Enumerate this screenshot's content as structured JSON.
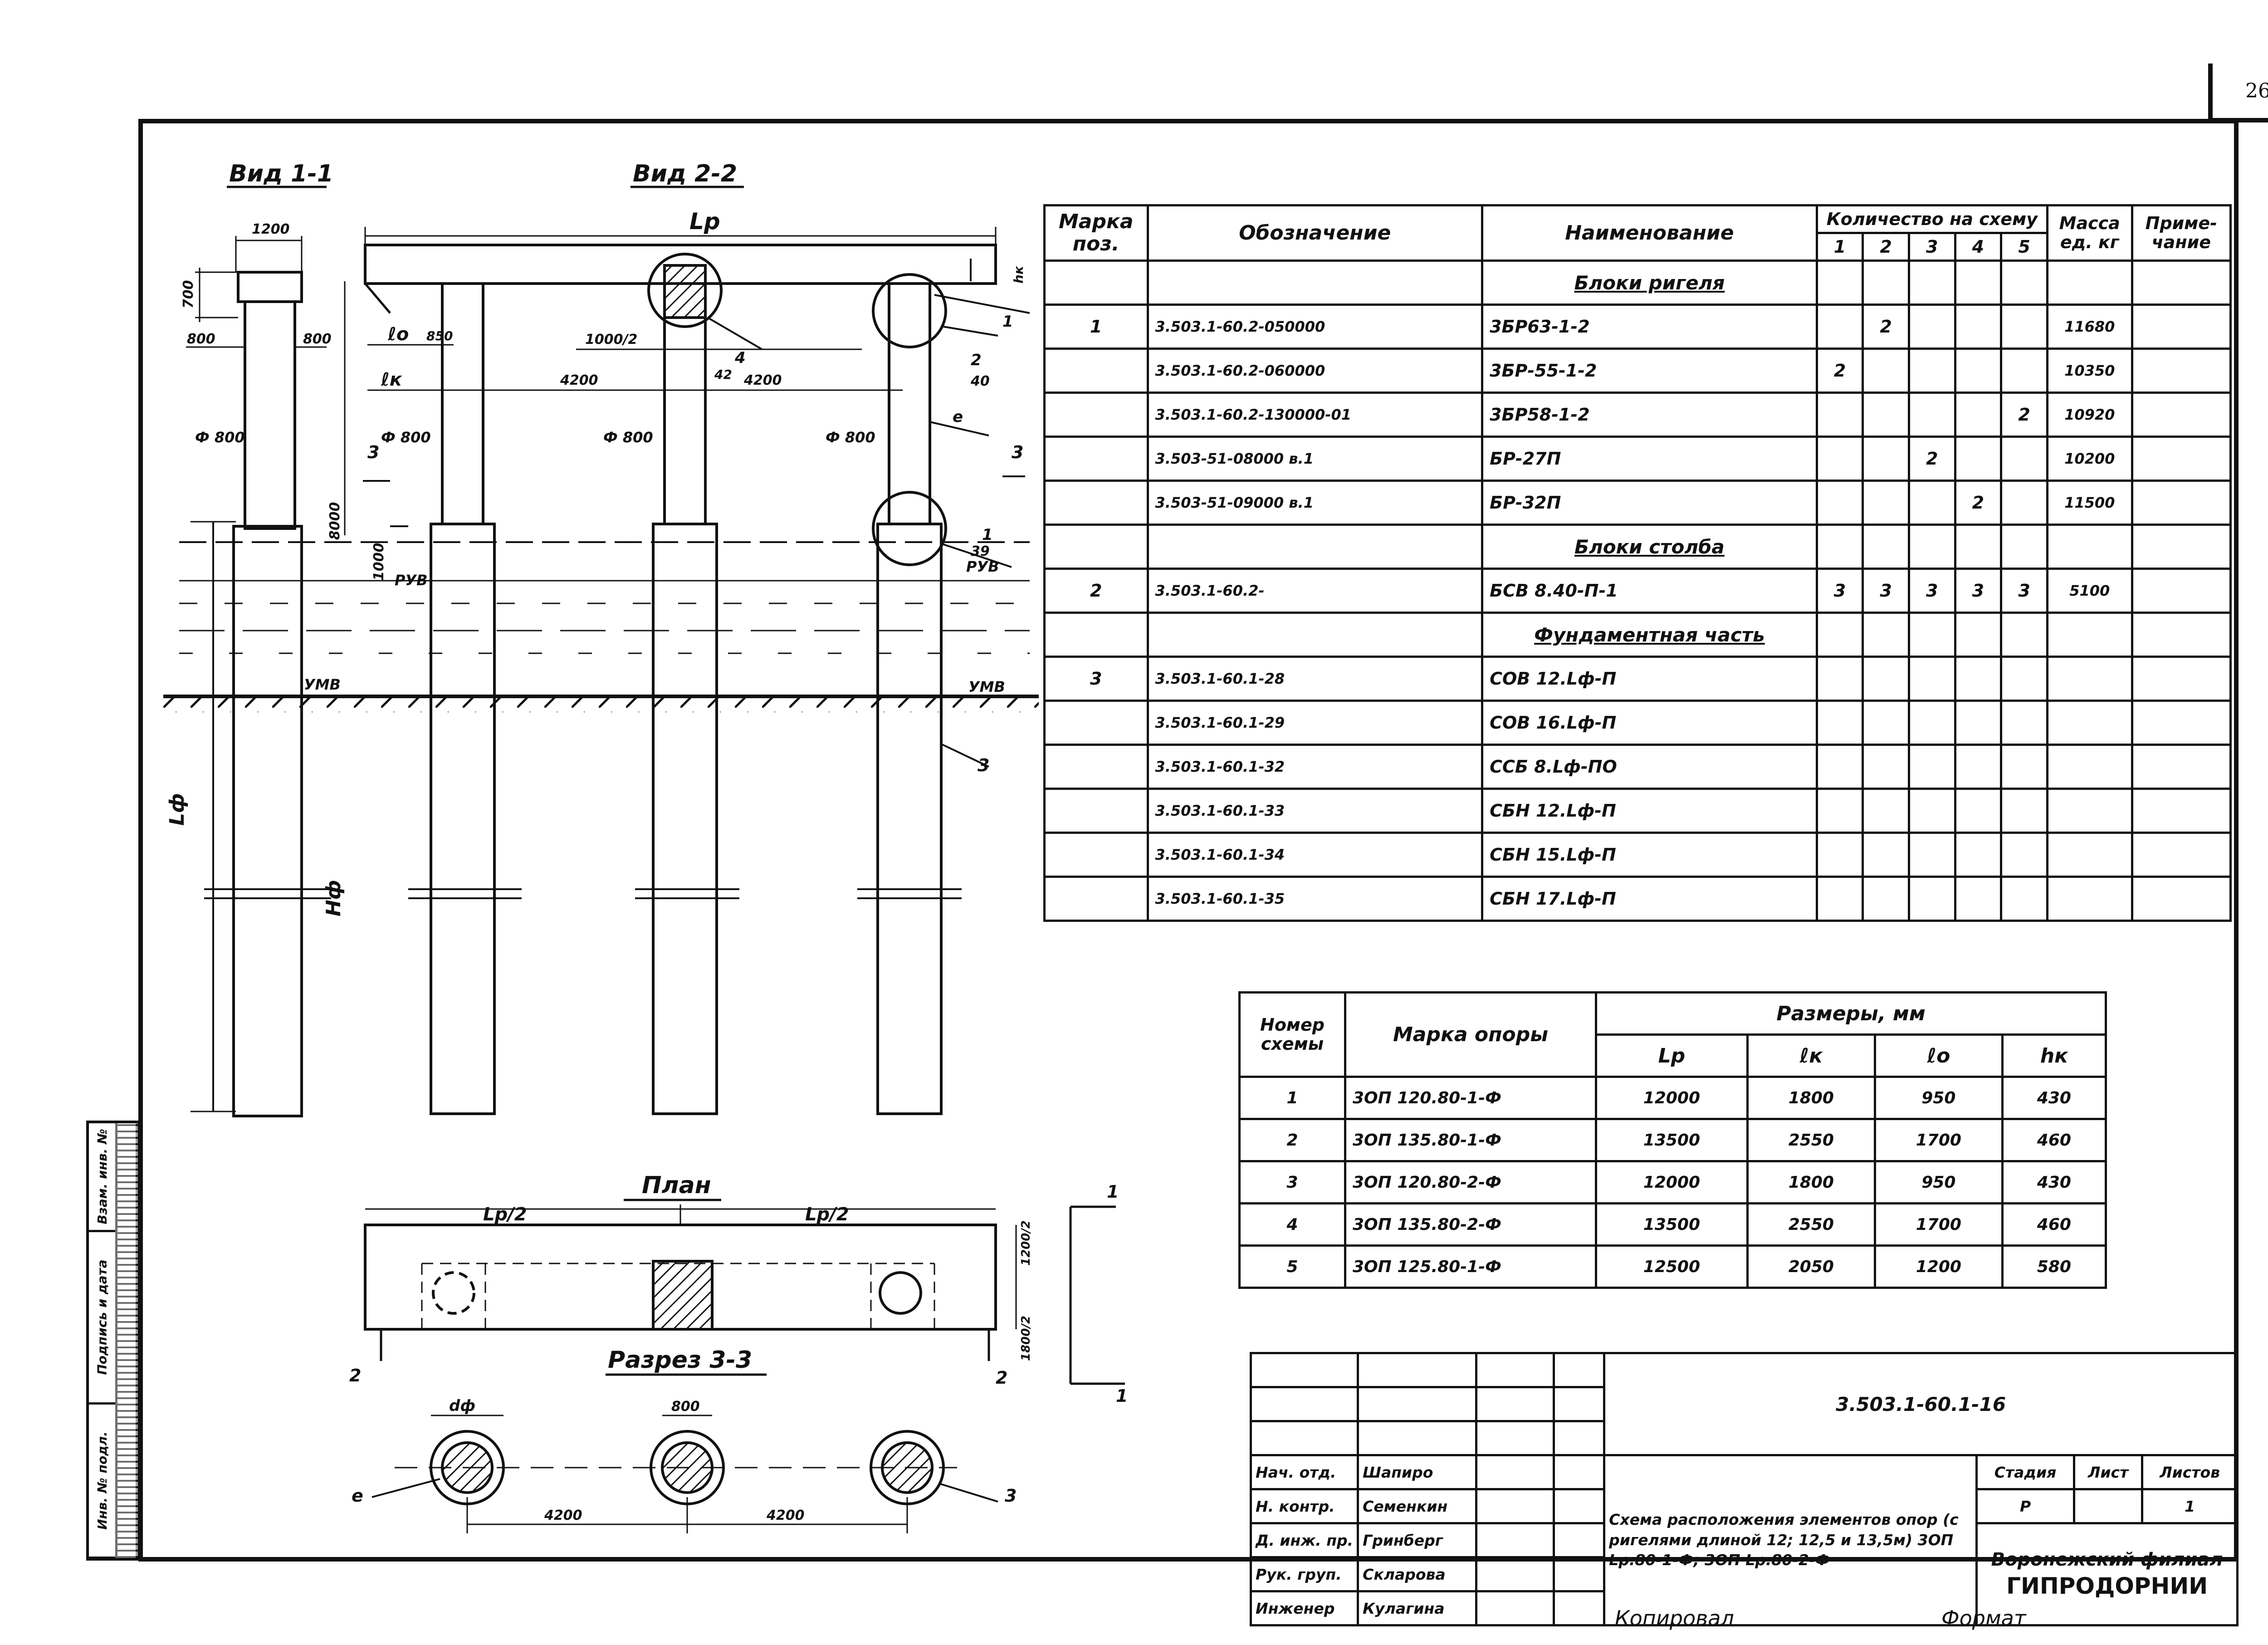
{
  "sheet_number": "26",
  "views": {
    "view_1_1": "Вид 1-1",
    "view_2_2": "Вид 2-2",
    "plan": "План",
    "section_3_3": "Разрез 3-3"
  },
  "labels": {
    "dim_1200": "1200",
    "dim_700": "700",
    "dim_800": "800",
    "phi_800": "Ф 800",
    "dim_8000": "8000",
    "dim_1000": "1000",
    "ruv": "РУВ",
    "umv": "УМВ",
    "lf": "Lф",
    "hf": "Hф",
    "lp": "Lр",
    "lo": "ℓо",
    "lk": "ℓк",
    "dim_850": "850",
    "dim_1000_2": "1000/2",
    "dim_4200": "4200",
    "dim_4": "4",
    "dim_42": "42",
    "dim_2": "2",
    "dim_40": "40",
    "dim_39": "39",
    "hk": "hк",
    "num_1": "1",
    "num_2": "2",
    "num_3": "3",
    "e": "е",
    "lp_half": "Lр/2",
    "dim_1200_2": "1200/2",
    "dim_1800_2": "1800/2",
    "d_phi": "dф"
  },
  "spec_table": {
    "headers": {
      "mark": "Марка поз.",
      "designation": "Обозначение",
      "name": "Наименование",
      "qty": "Количество на схему",
      "mass": "Масса ед. кг",
      "note": "Приме- чание"
    },
    "qty_cols": [
      "1",
      "2",
      "3",
      "4",
      "5"
    ],
    "sections": [
      {
        "title": "Блоки ригеля",
        "rows": [
          {
            "mark": "1",
            "designation": "3.503.1-60.2-050000",
            "name": "3БР63-1-2",
            "q": [
              "",
              "2",
              "",
              "",
              ""
            ],
            "mass": "11680"
          },
          {
            "mark": "",
            "designation": "3.503.1-60.2-060000",
            "name": "3БР-55-1-2",
            "q": [
              "2",
              "",
              "",
              "",
              ""
            ],
            "mass": "10350"
          },
          {
            "mark": "",
            "designation": "3.503.1-60.2-130000-01",
            "name": "3БР58-1-2",
            "q": [
              "",
              "",
              "",
              "",
              "2"
            ],
            "mass": "10920"
          },
          {
            "mark": "",
            "designation": "3.503-51-08000    в.1",
            "name": "БР-27П",
            "q": [
              "",
              "",
              "2",
              "",
              ""
            ],
            "mass": "10200"
          },
          {
            "mark": "",
            "designation": "3.503-51-09000    в.1",
            "name": "БР-32П",
            "q": [
              "",
              "",
              "",
              "2",
              ""
            ],
            "mass": "11500"
          }
        ]
      },
      {
        "title": "Блоки столба",
        "rows": [
          {
            "mark": "2",
            "designation": "3.503.1-60.2-",
            "name": "БСВ 8.40-П-1",
            "q": [
              "3",
              "3",
              "3",
              "3",
              "3"
            ],
            "mass": "5100"
          }
        ]
      },
      {
        "title": "Фундаментная часть",
        "rows": [
          {
            "mark": "3",
            "designation": "3.503.1-60.1-28",
            "name": "СОВ 12.Lф-П",
            "q": [
              "",
              "",
              "",
              "",
              ""
            ],
            "mass": ""
          },
          {
            "mark": "",
            "designation": "3.503.1-60.1-29",
            "name": "СОВ 16.Lф-П",
            "q": [
              "",
              "",
              "",
              "",
              ""
            ],
            "mass": ""
          },
          {
            "mark": "",
            "designation": "3.503.1-60.1-32",
            "name": "ССБ 8.Lф-ПО",
            "q": [
              "",
              "",
              "",
              "",
              ""
            ],
            "mass": ""
          },
          {
            "mark": "",
            "designation": "3.503.1-60.1-33",
            "name": "СБН 12.Lф-П",
            "q": [
              "",
              "",
              "",
              "",
              ""
            ],
            "mass": ""
          },
          {
            "mark": "",
            "designation": "3.503.1-60.1-34",
            "name": "СБН 15.Lф-П",
            "q": [
              "",
              "",
              "",
              "",
              ""
            ],
            "mass": ""
          },
          {
            "mark": "",
            "designation": "3.503.1-60.1-35",
            "name": "СБН 17.Lф-П",
            "q": [
              "",
              "",
              "",
              "",
              ""
            ],
            "mass": ""
          }
        ]
      }
    ]
  },
  "dim_table": {
    "headers": {
      "scheme": "Номер схемы",
      "mark": "Марка опоры",
      "sizes": "Размеры, мм",
      "lp": "Lр",
      "lk": "ℓк",
      "lo": "ℓо",
      "hk": "hк"
    },
    "rows": [
      {
        "n": "1",
        "mark": "3ОП 120.80-1-Ф",
        "lp": "12000",
        "lk": "1800",
        "lo": "950",
        "hk": "430"
      },
      {
        "n": "2",
        "mark": "3ОП 135.80-1-Ф",
        "lp": "13500",
        "lk": "2550",
        "lo": "1700",
        "hk": "460"
      },
      {
        "n": "3",
        "mark": "3ОП 120.80-2-Ф",
        "lp": "12000",
        "lk": "1800",
        "lo": "950",
        "hk": "430"
      },
      {
        "n": "4",
        "mark": "3ОП 135.80-2-Ф",
        "lp": "13500",
        "lk": "2550",
        "lo": "1700",
        "hk": "460"
      },
      {
        "n": "5",
        "mark": "3ОП 125.80-1-Ф",
        "lp": "12500",
        "lk": "2050",
        "lo": "1200",
        "hk": "580"
      }
    ]
  },
  "title_block": {
    "doc_code": "3.503.1-60.1-16",
    "roles": [
      "Нач. отд.",
      "Н. контр.",
      "Д. инж. пр.",
      "Рук. груп.",
      "Инженер"
    ],
    "names": [
      "Шапиро",
      "Семенкин",
      "Гринберг",
      "Скларова",
      "Кулагина"
    ],
    "description": "Схема расположения элементов опор (с ригелями длиной 12; 12,5 и 13,5м) 3ОП Lр.80-1-Ф; 3ОП Lр.80-2-Ф",
    "stage_label": "Стадия",
    "sheet_label": "Лист",
    "sheets_label": "Листов",
    "stage": "Р",
    "sheets": "1",
    "org_line1": "Воронежский филиал",
    "org_line2": "ГИПРОДОРНИИ"
  },
  "stamp_strip": [
    "Инв. № подл.",
    "Подпись и дата",
    "Взам. инв. №"
  ],
  "footer": {
    "copied": "Копировал",
    "format": "Формат"
  }
}
